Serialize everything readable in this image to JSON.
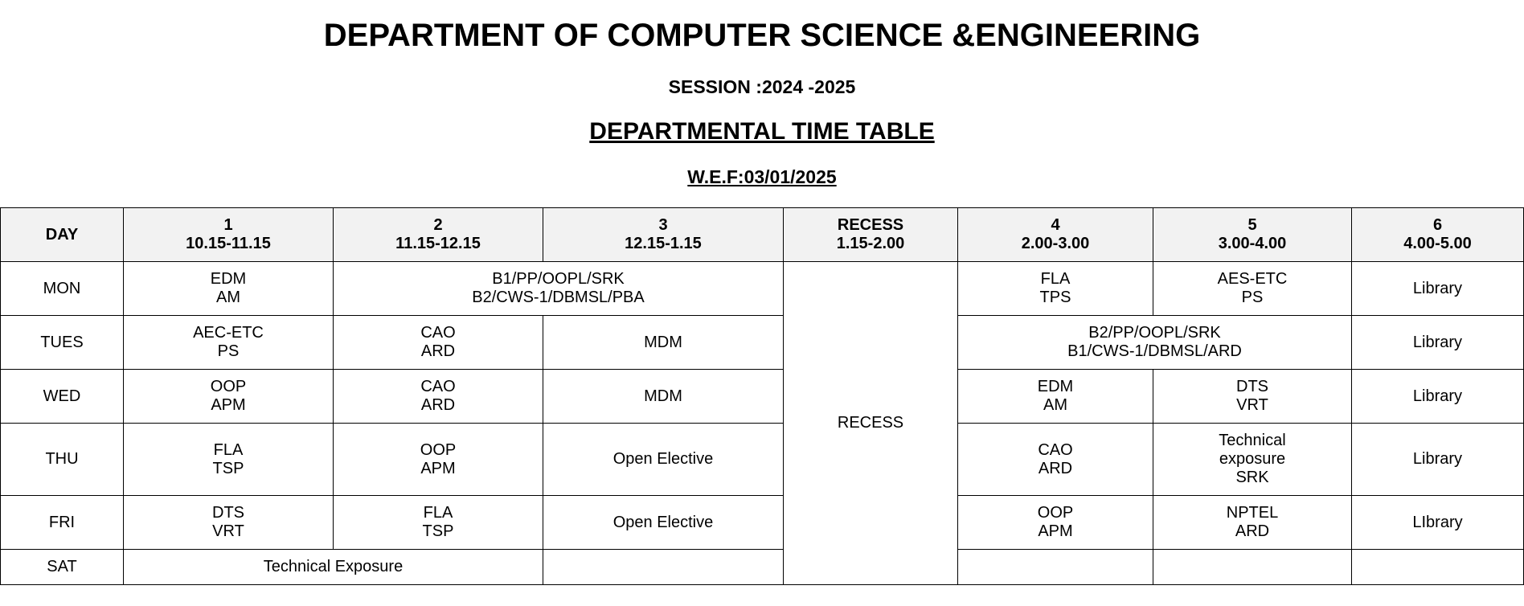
{
  "header": {
    "department": "DEPARTMENT OF COMPUTER SCIENCE &ENGINEERING",
    "session": "SESSION :2024 -2025",
    "table_title": "DEPARTMENTAL TIME TABLE",
    "wef": "W.E.F:03/01/2025"
  },
  "columns": {
    "day": "DAY",
    "p1_num": "1",
    "p1_time": "10.15-11.15",
    "p2_num": "2",
    "p2_time": "11.15-12.15",
    "p3_num": "3",
    "p3_time": "12.15-1.15",
    "recess_label": "RECESS",
    "recess_time": "1.15-2.00",
    "p4_num": "4",
    "p4_time": "2.00-3.00",
    "p5_num": "5",
    "p5_time": "3.00-4.00",
    "p6_num": "6",
    "p6_time": "4.00-5.00"
  },
  "recess_cell": "RECESS",
  "rows": {
    "mon": {
      "day": "MON",
      "p1": [
        "EDM",
        "AM"
      ],
      "p2_3": [
        "B1/PP/OOPL/SRK",
        "B2/CWS-1/DBMSL/PBA"
      ],
      "p4": [
        "FLA",
        "TPS"
      ],
      "p5": [
        "AES-ETC",
        "PS"
      ],
      "p6": "Library"
    },
    "tue": {
      "day": "TUES",
      "p1": [
        "AEC-ETC",
        "PS"
      ],
      "p2": [
        "CAO",
        "ARD"
      ],
      "p3": "MDM",
      "p4_5": [
        "B2/PP/OOPL/SRK",
        "B1/CWS-1/DBMSL/ARD"
      ],
      "p6": "Library"
    },
    "wed": {
      "day": "WED",
      "p1": [
        "OOP",
        "APM"
      ],
      "p2": [
        "CAO",
        "ARD"
      ],
      "p3": "MDM",
      "p4": [
        "EDM",
        "AM"
      ],
      "p5": [
        "DTS",
        "VRT"
      ],
      "p6": "Library"
    },
    "thu": {
      "day": "THU",
      "p1": [
        "FLA",
        "TSP"
      ],
      "p2": [
        "OOP",
        "APM"
      ],
      "p3": "Open Elective",
      "p4": [
        "CAO",
        "ARD"
      ],
      "p5": [
        "Technical",
        "exposure",
        "SRK"
      ],
      "p6": "Library"
    },
    "fri": {
      "day": "FRI",
      "p1": [
        "DTS",
        "VRT"
      ],
      "p2": [
        "FLA",
        "TSP"
      ],
      "p3": "Open Elective",
      "p4": [
        "OOP",
        "APM"
      ],
      "p5": [
        "NPTEL",
        "ARD"
      ],
      "p6": "LIbrary"
    },
    "sat": {
      "day": "SAT",
      "p1_2": "Technical Exposure",
      "p3": "",
      "p4": "",
      "p5": "",
      "p6": ""
    }
  }
}
